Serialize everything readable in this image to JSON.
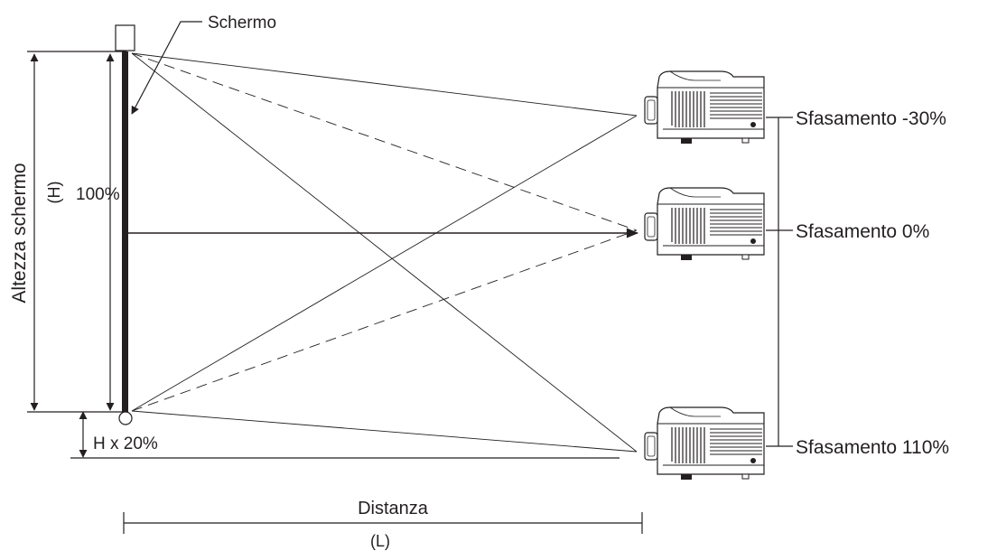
{
  "labels": {
    "screen": "Schermo",
    "screen_height": "Altezza schermo",
    "height_symbol": "(H)",
    "height_percent": "100%",
    "offset_gap": "H x 20%",
    "distance": "Distanza",
    "distance_symbol": "(L)"
  },
  "offsets": [
    {
      "label": "Sfasamento -30%"
    },
    {
      "label": "Sfasamento 0%"
    },
    {
      "label": "Sfasamento 110%"
    }
  ],
  "colors": {
    "ink": "#231f20",
    "screen_bar": "#231f20",
    "background": "#ffffff"
  }
}
